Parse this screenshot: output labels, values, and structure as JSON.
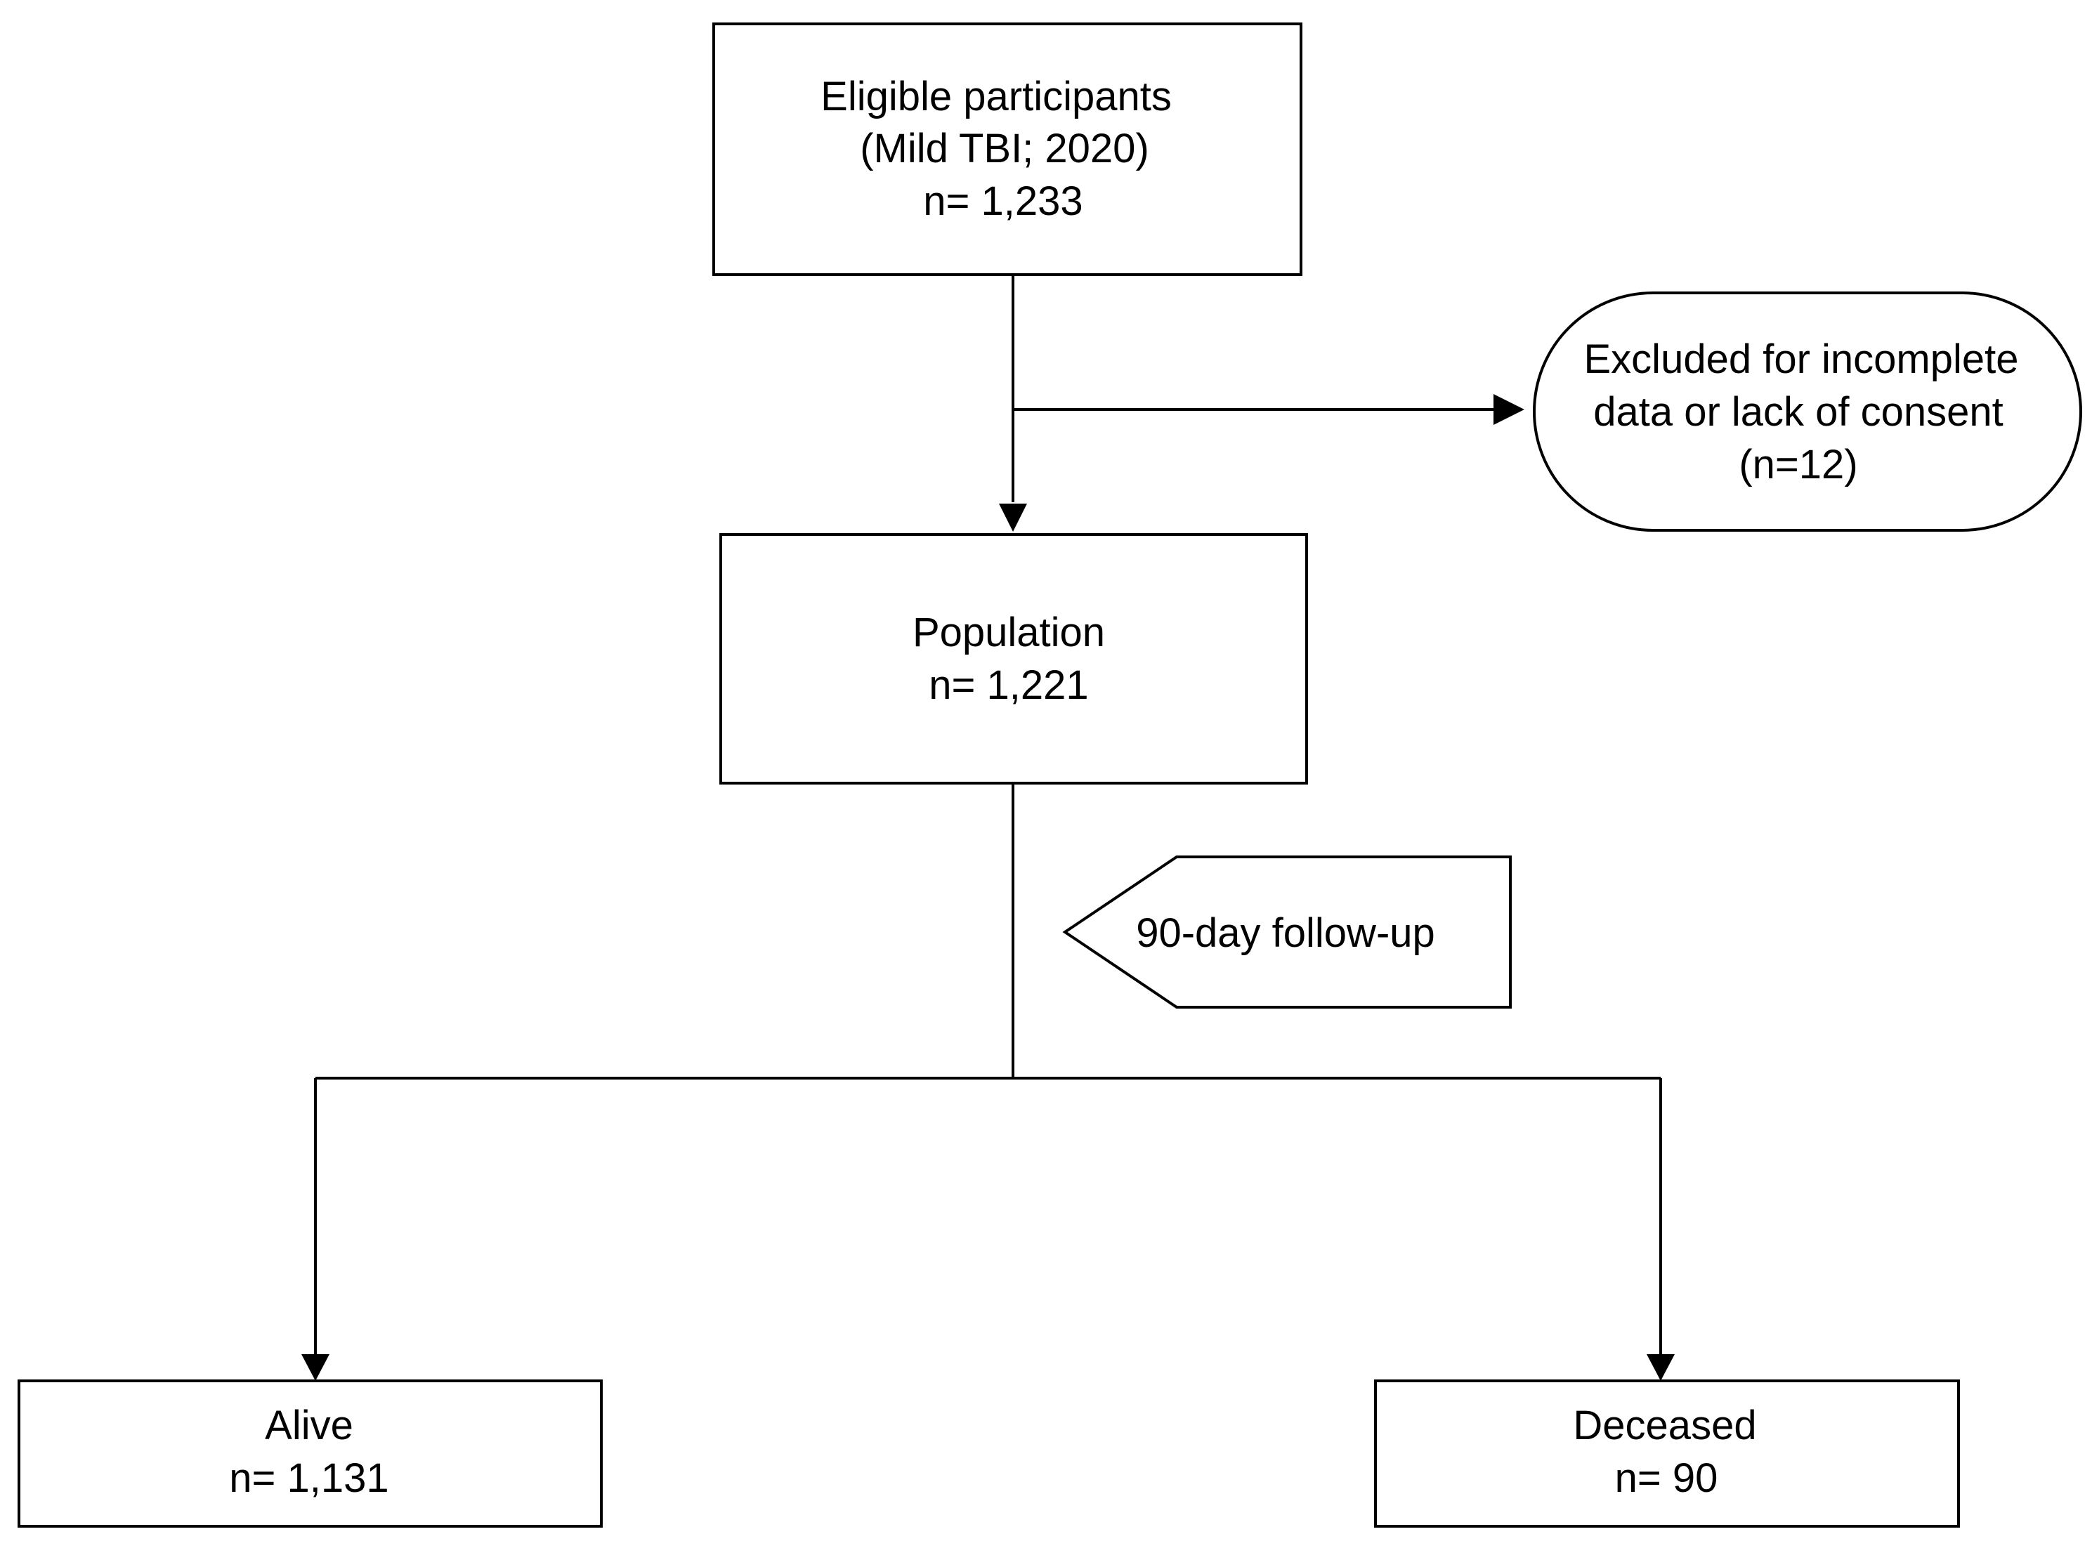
{
  "flowchart": {
    "eligible": {
      "lines": [
        "Eligible participants",
        "(Mild TBI; 2020)",
        "n= 1,233"
      ]
    },
    "excluded": {
      "lines": [
        "Excluded for incomplete",
        "data or lack of consent",
        "(n=12)"
      ]
    },
    "population": {
      "lines": [
        "Population",
        "n= 1,221"
      ]
    },
    "followup": {
      "label": "90-day follow-up"
    },
    "alive": {
      "lines": [
        "Alive",
        "n= 1,131"
      ]
    },
    "deceased": {
      "lines": [
        "Deceased",
        "n= 90"
      ]
    }
  },
  "colors": {
    "stroke": "#000000",
    "fill": "#ffffff",
    "text": "#000000"
  }
}
